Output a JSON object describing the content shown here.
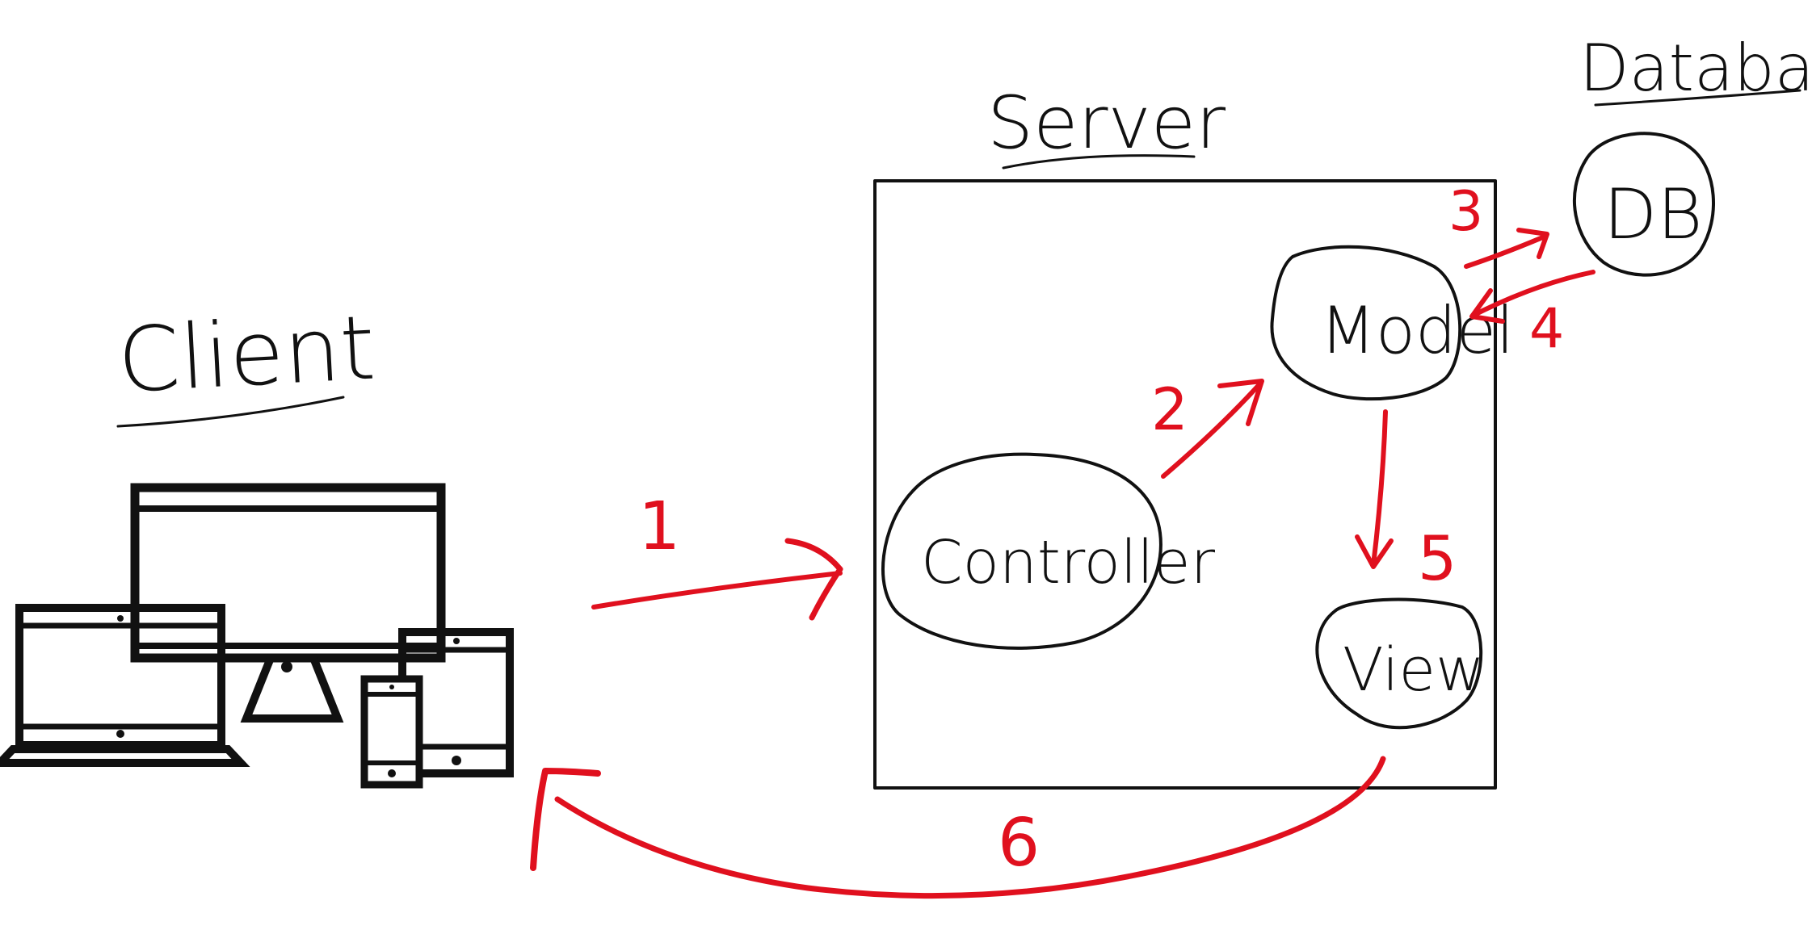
{
  "labels": {
    "client": "Client",
    "server": "Server",
    "database": "Database"
  },
  "nodes": {
    "controller": "Controller",
    "model": "Model",
    "view": "View",
    "db": "DB"
  },
  "steps": [
    "1",
    "2",
    "3",
    "4",
    "5",
    "6"
  ],
  "colors": {
    "ink": "#111111",
    "arrows": "#e0101e",
    "background": "#ffffff"
  },
  "icons": {
    "devices": "client-devices-icon"
  }
}
